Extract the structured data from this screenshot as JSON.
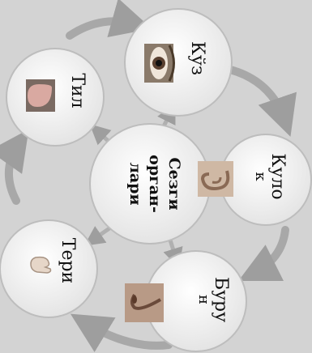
{
  "diagram": {
    "center": {
      "lines": [
        "Сезги",
        "орган-",
        "лари"
      ]
    },
    "nodes": [
      {
        "id": "eye",
        "label_lines": [
          "Кўз"
        ],
        "icon": "eye-icon"
      },
      {
        "id": "ear",
        "label_lines": [
          "Куло",
          "к"
        ],
        "icon": "ear-icon"
      },
      {
        "id": "nose",
        "label_lines": [
          "Буру",
          "н"
        ],
        "icon": "nose-icon"
      },
      {
        "id": "skin",
        "label_lines": [
          "Тери"
        ],
        "icon": "hand-icon"
      },
      {
        "id": "tongue",
        "label_lines": [
          "Тил"
        ],
        "icon": "tongue-icon"
      }
    ]
  },
  "colors": {
    "background": "#d3d3d3",
    "circle_fill": "#f4f4f4",
    "circle_stroke": "#bdbdbd",
    "arrow": "#9e9e9e",
    "text": "#111111"
  }
}
